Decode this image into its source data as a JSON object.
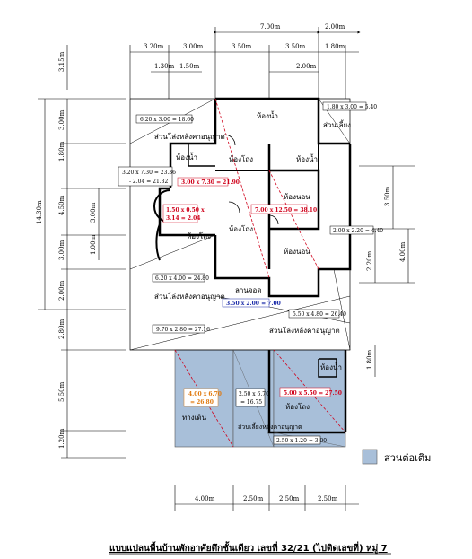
{
  "dims": {
    "top1": "7.00m",
    "top1b": "2.00m",
    "top2": [
      "3.20m",
      "3.00m",
      "3.50m",
      "3.50m",
      "1.80m"
    ],
    "top3": [
      "1.30m",
      "1.50m",
      "2.00m"
    ],
    "left_outer": "14.30m",
    "left_a": "3.15m",
    "left_b": [
      "3.00m",
      "1.80m",
      "4.50m",
      "3.00m",
      "2.00m"
    ],
    "left_c": [
      "3.00m",
      "1.00m"
    ],
    "left_low": [
      "2.80m",
      "5.50m",
      "1.20m"
    ],
    "right_a": [
      "3.50m",
      "4.00m",
      "2.20m"
    ],
    "right_low": "1.80m",
    "bottom": [
      "4.00m",
      "2.50m",
      "2.50m",
      "2.50m"
    ]
  },
  "rooms": {
    "bath1": "ห้องน้ำ",
    "bath2": "ห้องน้ำ",
    "hall": "ห้องโถง",
    "bath3": "ห้องน้ำ",
    "bed1": "ห้องนอน",
    "living": "ห้องโถง",
    "bed2": "ห้องนอน",
    "pray": "ห้องโถง",
    "parking": "ลานจอด",
    "side": "ส่วนเลี้ยง",
    "ext_room": "ห้องโถง",
    "ext_bath": "ห้องน้ำ",
    "walkway": "ทางเดิน",
    "ext_side": "ส่วนเลี้ยงหลังคาอนุญาต",
    "roof1": "ส่วนโล่งหลังคาอนุญาต",
    "roof2": "ส่วนโล่งหลังคาอนุญาต",
    "roof3": "ส่วนโล่งหลังคาอนุญาต"
  },
  "calc": {
    "c1": "6.20 x 3.00 = 18.60",
    "c2": "1.80 x 3.00 = 5.40",
    "c3a": "3.20 x 7.30 = 23.36",
    "c3b": "- 2.04 = 21.32",
    "c4": "3.00 x 7.30 = 21.90",
    "c5a": "1.50 x 0.50 x",
    "c5b": "3.14 = 2.04",
    "c6": "7.00 x 12.50 = 38.10",
    "c7": "2.00 x 2.20 = 4.40",
    "c8": "6.20 x 4.00 = 24.80",
    "c9": "3.50 x 2.00 = 7.00",
    "c10": "5.50 x 4.80 = 26.40",
    "c11": "9.70 x 2.80 = 27.16",
    "c12a": "4.00 x 6.70",
    "c12b": "= 26.80",
    "c13a": "2.50 x 6.70",
    "c13b": "= 16.75",
    "c14": "5.00 x 5.50 = 27.50",
    "c15": "2.50 x 1.20 = 3.00"
  },
  "legend": {
    "label": "ส่วนต่อเติม",
    "color": "#a8bfd9"
  },
  "title": "แบบแปลนพื้นบ้านพักอาศัยตึกชั้นเดียว เลขที่ 32/21 (ไปติดเลขที่) หมู่ 7"
}
